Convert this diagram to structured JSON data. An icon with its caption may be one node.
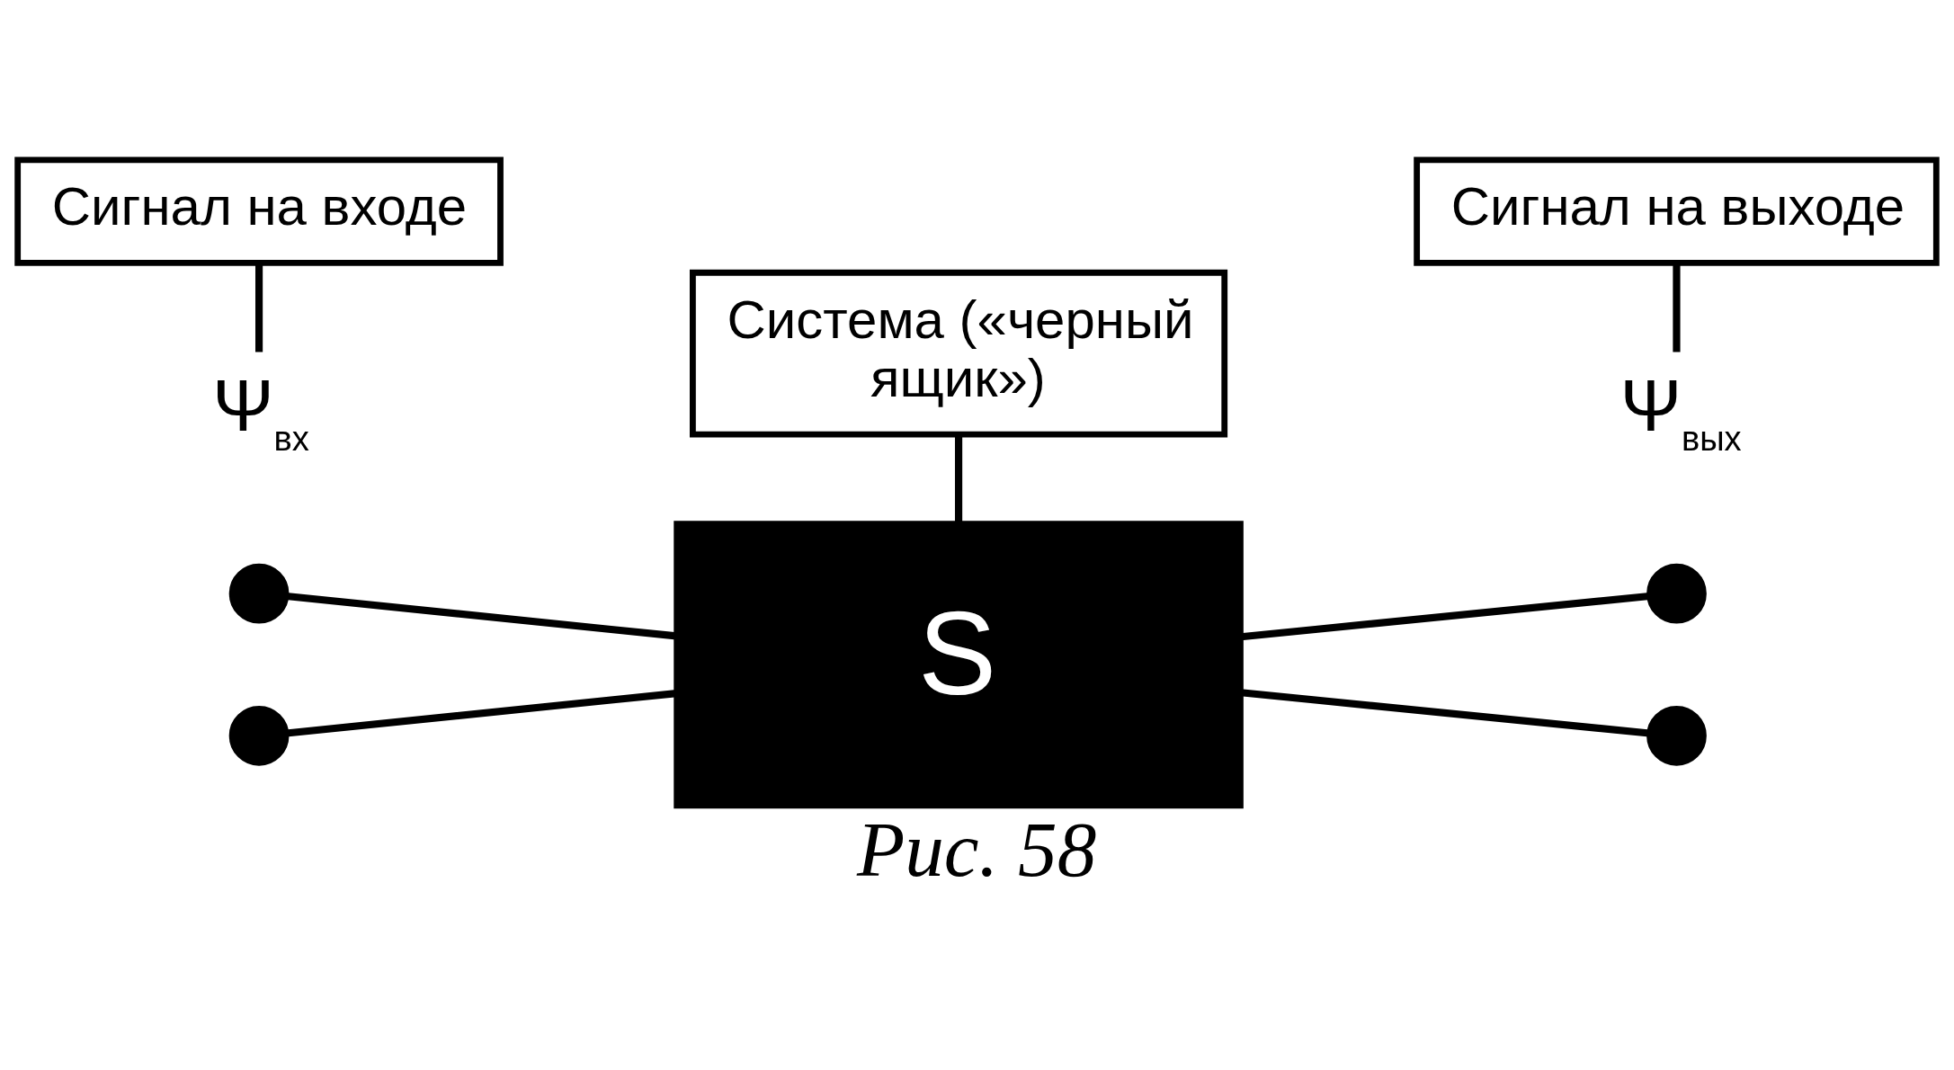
{
  "diagram": {
    "caption": "Рис. 58",
    "nodes": [
      {
        "text": [
          "S"
        ]
      },
      {
        "text": [],
        "shape": "circle"
      },
      {
        "text": [],
        "shape": "circle"
      },
      {
        "text": [],
        "shape": "circle"
      },
      {
        "text": [],
        "shape": "circle"
      },
      {
        "text": [
          "Ψ$_{вх}$"
        ]
      },
      {
        "text": [
          "Ψ$_{вых}$"
        ]
      },
      {
        "text": [
          "Сигнал на входе"
        ]
      },
      {
        "text": [
          "Сигнал на выходе"
        ]
      },
      {
        "text": [
          "Система («черный ящик»)"
        ]
      }
    ],
    "edges": [
      {
        "from": 1,
        "to": 0,
        "arrow": "none"
      },
      {
        "from": 2,
        "to": 0,
        "arrow": "none"
      },
      {
        "from": 0,
        "to": 3,
        "arrow": "none"
      },
      {
        "from": 0,
        "to": 4,
        "arrow": "none"
      },
      {
        "from": 7,
        "to": 5,
        "arrow": "none"
      },
      {
        "from": 9,
        "to": 0,
        "arrow": "none"
      },
      {
        "from": 8,
        "to": 6,
        "arrow": "none"
      }
    ]
  }
}
